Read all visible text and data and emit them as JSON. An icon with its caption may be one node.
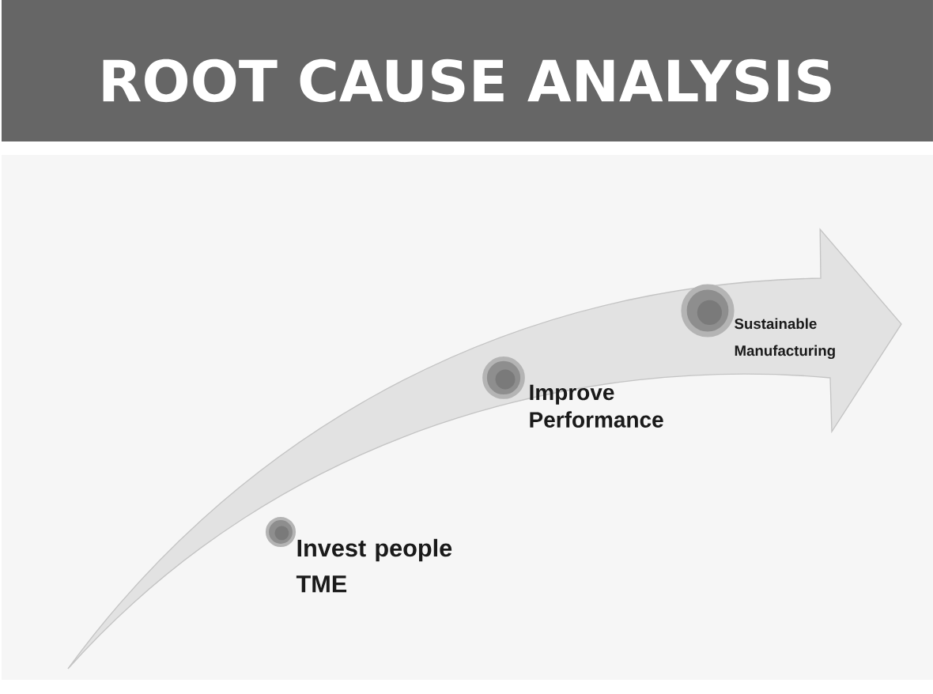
{
  "diagram": {
    "title": "ROOT CAUSE ANALYSIS",
    "nodes": [
      {
        "text": [],
        "shape": "circle",
        "beside": [
          "Invest people TME"
        ]
      },
      {
        "text": [],
        "shape": "circle",
        "beside": [
          "Improve Performance"
        ]
      },
      {
        "text": [],
        "shape": "circle",
        "beside": [
          "Sustainable Manufacturing"
        ]
      }
    ]
  }
}
